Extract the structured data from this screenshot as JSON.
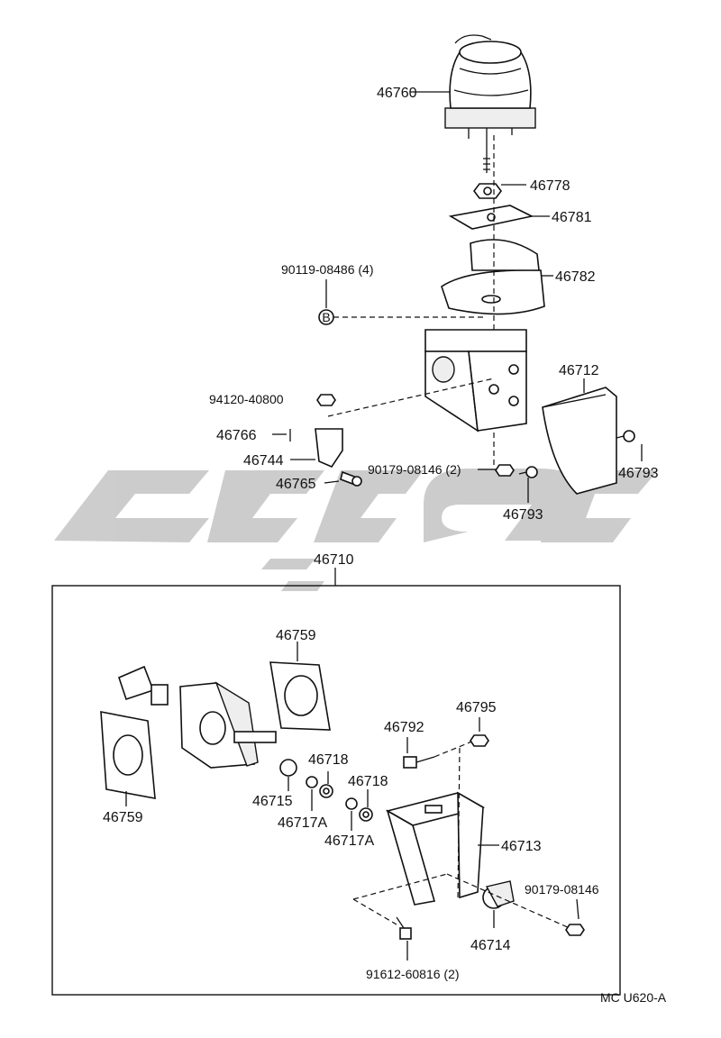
{
  "diagram": {
    "code": "MC U620-A",
    "watermark": "وكلاء",
    "assembly_box_label": "46710",
    "parts": [
      {
        "id": "p46760",
        "label": "46760"
      },
      {
        "id": "p46778",
        "label": "46778"
      },
      {
        "id": "p46781",
        "label": "46781"
      },
      {
        "id": "p46782",
        "label": "46782"
      },
      {
        "id": "p90119",
        "label": "90119-08486 (4)"
      },
      {
        "id": "pB",
        "label": "B"
      },
      {
        "id": "p46712",
        "label": "46712"
      },
      {
        "id": "p94120",
        "label": "94120-40800"
      },
      {
        "id": "p46766",
        "label": "46766"
      },
      {
        "id": "p46744",
        "label": "46744"
      },
      {
        "id": "p90179a",
        "label": "90179-08146 (2)"
      },
      {
        "id": "p46765",
        "label": "46765"
      },
      {
        "id": "p46793a",
        "label": "46793"
      },
      {
        "id": "p46793b",
        "label": "46793"
      },
      {
        "id": "p46759a",
        "label": "46759"
      },
      {
        "id": "p46759b",
        "label": "46759"
      },
      {
        "id": "p46795",
        "label": "46795"
      },
      {
        "id": "p46792",
        "label": "46792"
      },
      {
        "id": "p46718a",
        "label": "46718"
      },
      {
        "id": "p46718b",
        "label": "46718"
      },
      {
        "id": "p46715",
        "label": "46715"
      },
      {
        "id": "p46717Aa",
        "label": "46717A"
      },
      {
        "id": "p46717Ab",
        "label": "46717A"
      },
      {
        "id": "p46713",
        "label": "46713"
      },
      {
        "id": "p90179b",
        "label": "90179-08146"
      },
      {
        "id": "p46714",
        "label": "46714"
      },
      {
        "id": "p91612",
        "label": "91612-60816 (2)"
      }
    ]
  }
}
